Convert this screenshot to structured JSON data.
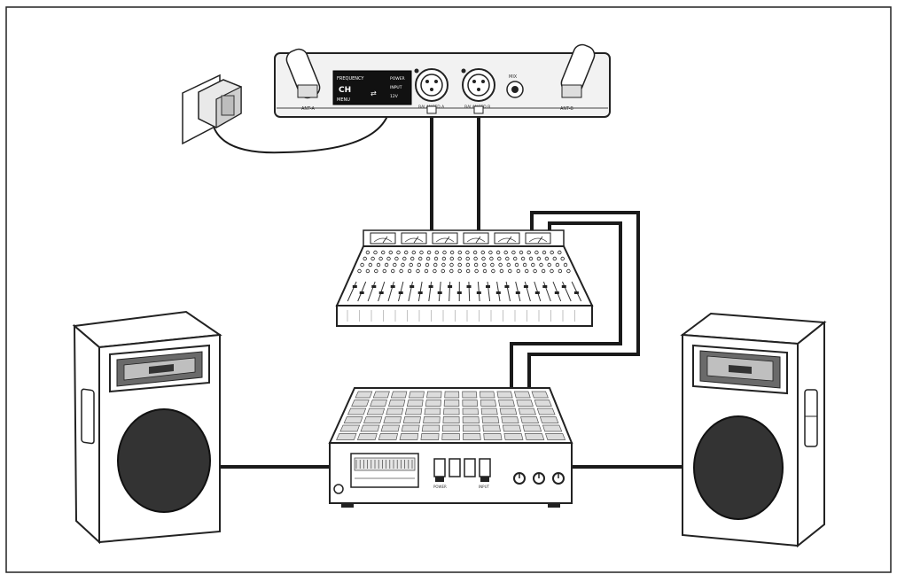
{
  "receiver": {
    "antenna_left_label": "ANT-A",
    "antenna_right_label": "ANT-B",
    "screen_line1": "FREQUENCY",
    "screen_line2": "CH",
    "screen_line3": "MENU",
    "screen_right1": "POWER",
    "screen_right2": "INPUT",
    "screen_right3": "12V",
    "xlr1_label": "BALANCED A",
    "xlr2_label": "BALANCED B",
    "jack_label": "MIX"
  },
  "amplifier": {
    "switch_label_1": "POWER",
    "switch_label_2": "INPUT"
  }
}
